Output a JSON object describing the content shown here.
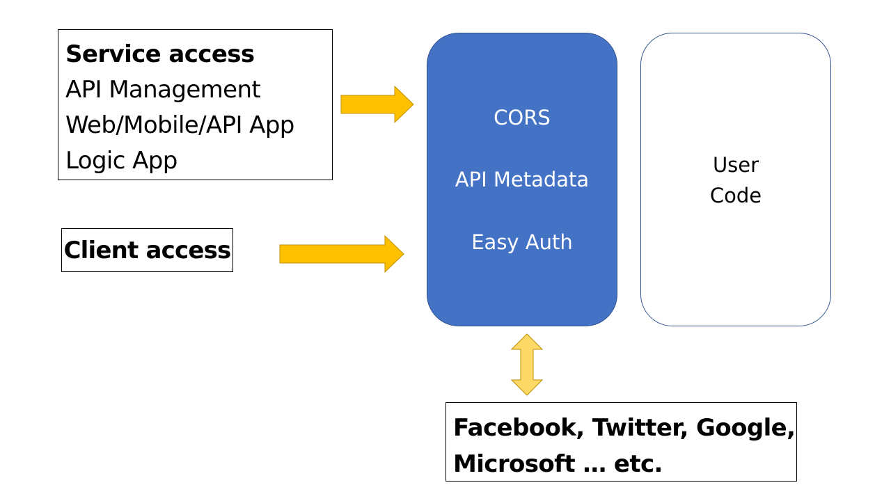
{
  "service_access": {
    "heading": "Service access",
    "lines": [
      "API Management",
      "Web/Mobile/API App",
      "Logic App"
    ]
  },
  "client_access": {
    "heading": "Client access"
  },
  "middleware": {
    "items": [
      "CORS",
      "API Metadata",
      "Easy Auth"
    ],
    "fill_color": "#4472c4"
  },
  "user_code": {
    "lines": [
      "User",
      "Code"
    ]
  },
  "identity_providers": {
    "lines": [
      "Facebook, Twitter, Google,",
      "Microsoft … etc."
    ]
  },
  "colors": {
    "arrow_fill": "#ffc000",
    "double_arrow_fill": "#ffd966",
    "box_border": "#2f528f"
  }
}
